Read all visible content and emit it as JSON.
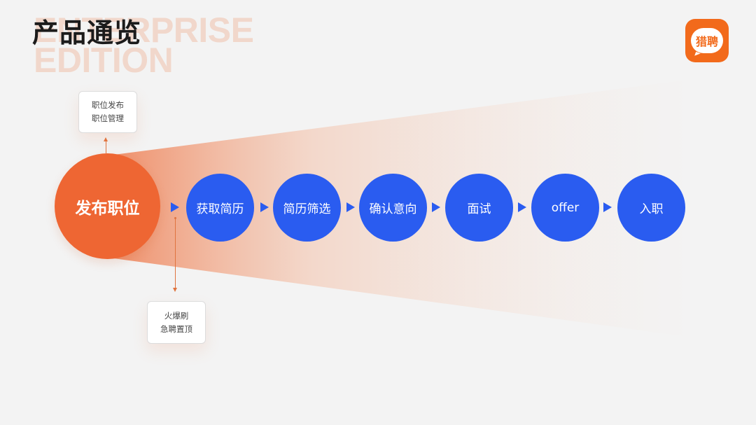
{
  "watermark": {
    "line1": "ENTERPRISE",
    "line2": "EDITION"
  },
  "title": "产品通览",
  "logo": {
    "text": "猎聘"
  },
  "colors": {
    "accent_orange": "#ee6633",
    "step_blue": "#2a5cf0",
    "logo_orange": "#f26a1b"
  },
  "flow": {
    "main_node": "发布职位",
    "steps": [
      "获取简历",
      "简历筛选",
      "确认意向",
      "面试",
      "offer",
      "入职"
    ]
  },
  "notes": {
    "top": [
      "职位发布",
      "职位管理"
    ],
    "bottom": [
      "火爆刷",
      "急聘置顶"
    ]
  }
}
